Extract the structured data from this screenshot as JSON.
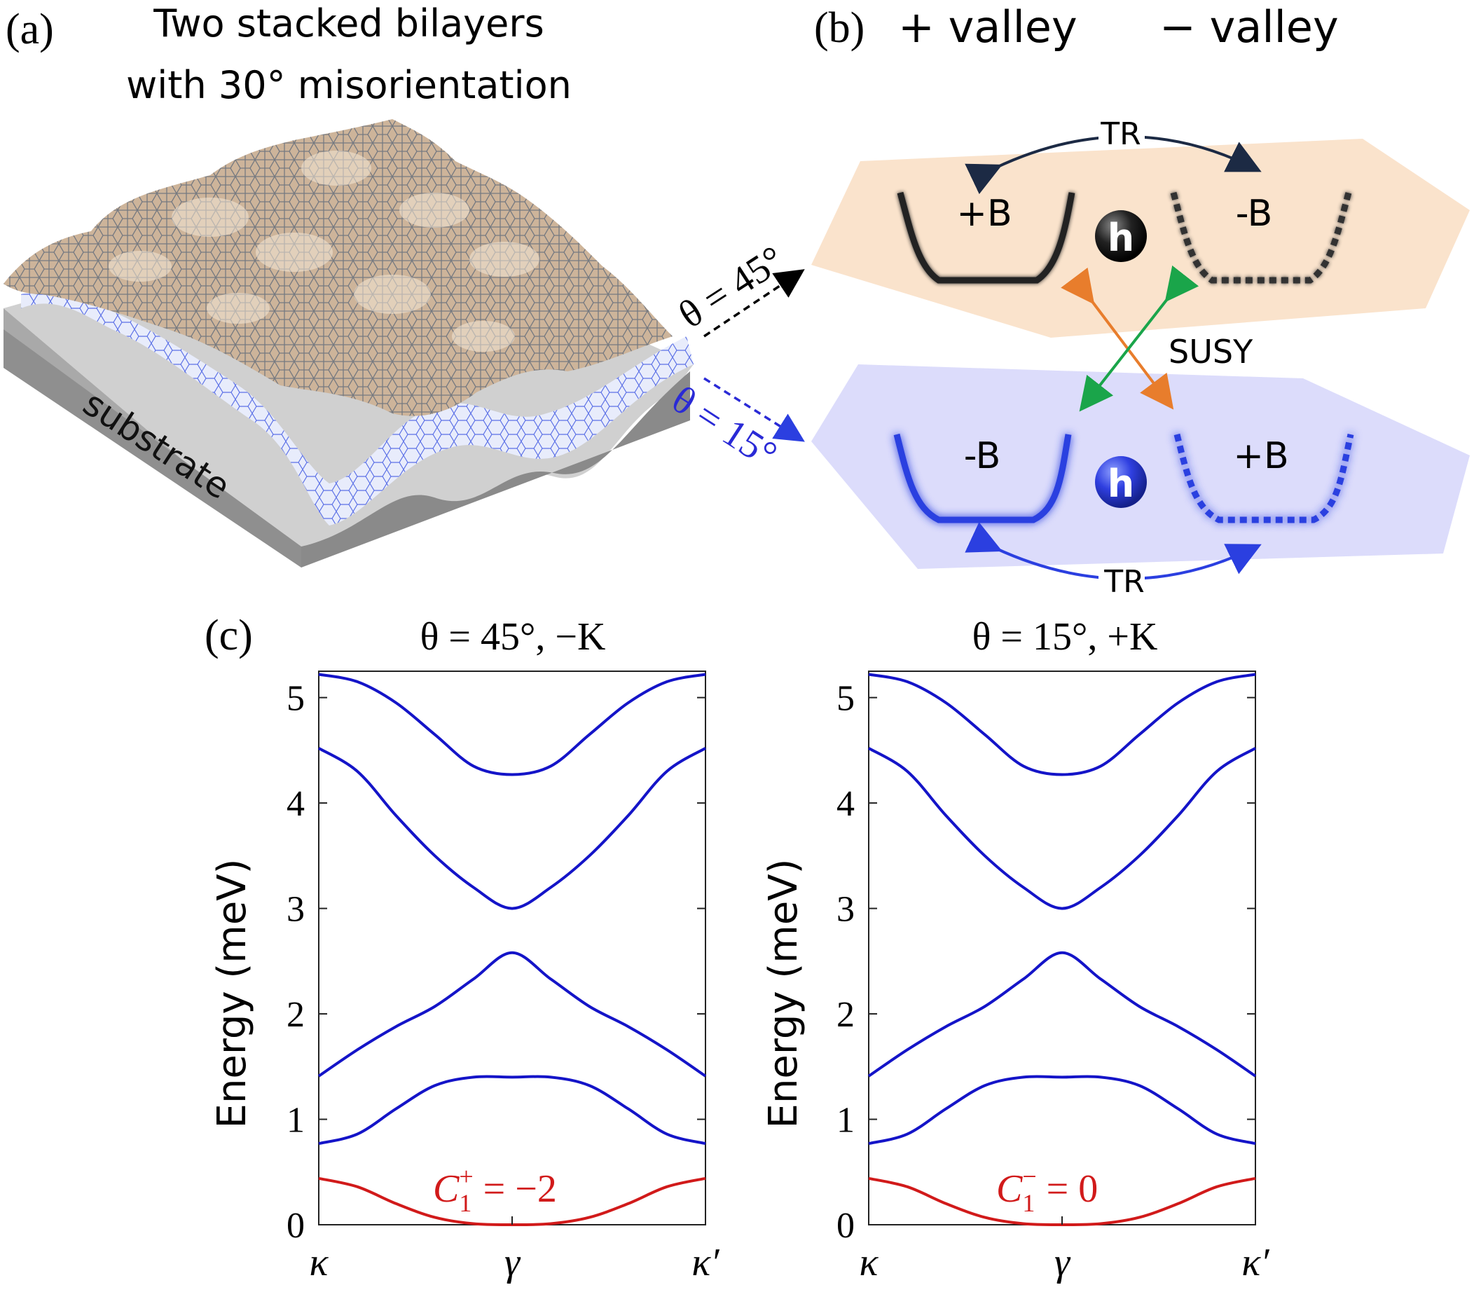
{
  "panel_a": {
    "label": "(a)",
    "title_line1": "Two stacked bilayers",
    "title_line2": "with 30° misorientation",
    "substrate_label": "substrate",
    "angle_top": "θ = 45°",
    "angle_bottom": "θ = 15°",
    "colors": {
      "top_layer": "#cdb49a",
      "bottom_layer": "#8fa6f0",
      "substrate": "#9a9a9a",
      "blue": "#2a2ad6"
    }
  },
  "panel_b": {
    "label": "(b)",
    "plus_valley": "+ valley",
    "minus_valley": "− valley",
    "top_left_label": "+B",
    "top_right_label": "-B",
    "bottom_left_label": "-B",
    "bottom_right_label": "+B",
    "hole_label": "h",
    "tr_top": "TR",
    "tr_bottom": "TR",
    "susy": "SUSY",
    "colors": {
      "top_plane": "#fae3cc",
      "bottom_plane": "#dcdcfb",
      "arrow_orange": "#e87d2c",
      "arrow_green": "#1aa54a",
      "dark": "#1c2a44",
      "blue": "#2b3fe0"
    }
  },
  "panel_c": {
    "label": "(c)",
    "ylabel": "Energy (meV)",
    "xtick_labels": [
      "κ",
      "γ",
      "κ′"
    ],
    "ytick_labels": [
      "0",
      "1",
      "2",
      "3",
      "4",
      "5"
    ],
    "left_title": "θ = 45°, −K",
    "right_title": "θ = 15°, +K",
    "left_chern_main": "C",
    "left_chern_sub": "1",
    "left_chern_sup": "+",
    "left_chern_value": " = −2",
    "right_chern_main": "C",
    "right_chern_sub": "1",
    "right_chern_sup": "−",
    "right_chern_value": " = 0"
  },
  "chart_data": [
    {
      "type": "line",
      "title": "θ = 45°, −K",
      "xlabel": "",
      "ylabel": "Energy (meV)",
      "x_categories": [
        "κ",
        "γ",
        "κ′"
      ],
      "ylim": [
        0,
        5.25
      ],
      "grid": false,
      "series": [
        {
          "color": "#d11a1a",
          "x": [
            0,
            0.1,
            0.2,
            0.3,
            0.4,
            0.5,
            0.6,
            0.7,
            0.8,
            0.9,
            1.0
          ],
          "y": [
            0.44,
            0.36,
            0.2,
            0.07,
            0.01,
            0.0,
            0.01,
            0.07,
            0.2,
            0.36,
            0.44
          ]
        },
        {
          "color": "#1414c8",
          "x": [
            0,
            0.1,
            0.2,
            0.3,
            0.4,
            0.5,
            0.6,
            0.7,
            0.8,
            0.9,
            1.0
          ],
          "y": [
            0.77,
            0.86,
            1.1,
            1.32,
            1.4,
            1.4,
            1.4,
            1.32,
            1.1,
            0.86,
            0.77
          ]
        },
        {
          "color": "#1414c8",
          "x": [
            0,
            0.1,
            0.2,
            0.3,
            0.4,
            0.5,
            0.6,
            0.7,
            0.8,
            0.9,
            1.0
          ],
          "y": [
            1.41,
            1.66,
            1.88,
            2.07,
            2.33,
            2.58,
            2.33,
            2.07,
            1.88,
            1.66,
            1.41
          ]
        },
        {
          "color": "#1414c8",
          "x": [
            0,
            0.1,
            0.2,
            0.3,
            0.4,
            0.5,
            0.6,
            0.7,
            0.8,
            0.9,
            1.0
          ],
          "y": [
            4.52,
            4.3,
            3.88,
            3.5,
            3.2,
            3.0,
            3.2,
            3.5,
            3.88,
            4.3,
            4.52
          ]
        },
        {
          "color": "#1414c8",
          "x": [
            0,
            0.1,
            0.2,
            0.3,
            0.4,
            0.5,
            0.6,
            0.7,
            0.8,
            0.9,
            1.0
          ],
          "y": [
            5.22,
            5.15,
            4.95,
            4.65,
            4.35,
            4.27,
            4.35,
            4.65,
            4.95,
            5.15,
            5.22
          ]
        }
      ]
    },
    {
      "type": "line",
      "title": "θ = 15°, +K",
      "xlabel": "",
      "ylabel": "Energy (meV)",
      "x_categories": [
        "κ",
        "γ",
        "κ′"
      ],
      "ylim": [
        0,
        5.25
      ],
      "grid": false,
      "series": [
        {
          "color": "#d11a1a",
          "x": [
            0,
            0.1,
            0.2,
            0.3,
            0.4,
            0.5,
            0.6,
            0.7,
            0.8,
            0.9,
            1.0
          ],
          "y": [
            0.44,
            0.36,
            0.2,
            0.07,
            0.01,
            0.0,
            0.01,
            0.07,
            0.2,
            0.36,
            0.44
          ]
        },
        {
          "color": "#1414c8",
          "x": [
            0,
            0.1,
            0.2,
            0.3,
            0.4,
            0.5,
            0.6,
            0.7,
            0.8,
            0.9,
            1.0
          ],
          "y": [
            0.77,
            0.86,
            1.1,
            1.32,
            1.4,
            1.4,
            1.4,
            1.32,
            1.1,
            0.86,
            0.77
          ]
        },
        {
          "color": "#1414c8",
          "x": [
            0,
            0.1,
            0.2,
            0.3,
            0.4,
            0.5,
            0.6,
            0.7,
            0.8,
            0.9,
            1.0
          ],
          "y": [
            1.41,
            1.66,
            1.88,
            2.07,
            2.33,
            2.58,
            2.33,
            2.07,
            1.88,
            1.66,
            1.41
          ]
        },
        {
          "color": "#1414c8",
          "x": [
            0,
            0.1,
            0.2,
            0.3,
            0.4,
            0.5,
            0.6,
            0.7,
            0.8,
            0.9,
            1.0
          ],
          "y": [
            4.52,
            4.3,
            3.88,
            3.5,
            3.2,
            3.0,
            3.2,
            3.5,
            3.88,
            4.3,
            4.52
          ]
        },
        {
          "color": "#1414c8",
          "x": [
            0,
            0.1,
            0.2,
            0.3,
            0.4,
            0.5,
            0.6,
            0.7,
            0.8,
            0.9,
            1.0
          ],
          "y": [
            5.22,
            5.15,
            4.95,
            4.65,
            4.35,
            4.27,
            4.35,
            4.65,
            4.95,
            5.15,
            5.22
          ]
        }
      ]
    }
  ]
}
